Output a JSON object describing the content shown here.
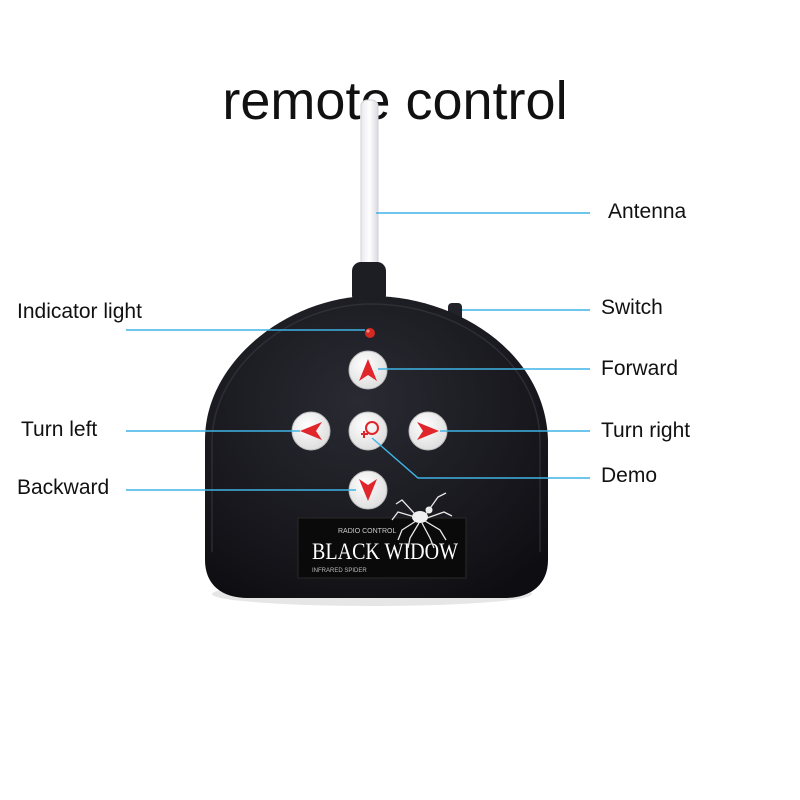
{
  "title": "remote control",
  "callouts": {
    "antenna": "Antenna",
    "indicator_light": "Indicator light",
    "switch": "Switch",
    "forward": "Forward",
    "turn_left": "Turn left",
    "turn_right": "Turn right",
    "demo": "Demo",
    "backward": "Backward"
  },
  "logo": {
    "top_line": "RADIO CONTROL",
    "brand": "BLACK WIDOW",
    "bottom_line": "INFRARED SPIDER"
  },
  "colors": {
    "leader_line": "#3fb4e6",
    "body": "#17171d",
    "button": "#f4f4f4",
    "arrow": "#e0262b",
    "indicator": "#d42a22"
  },
  "icons": {
    "forward_button": "arrow-up-icon",
    "backward_button": "arrow-down-icon",
    "left_button": "arrow-left-icon",
    "right_button": "arrow-right-icon",
    "demo_button": "demo-icon",
    "logo": "spider-icon"
  }
}
